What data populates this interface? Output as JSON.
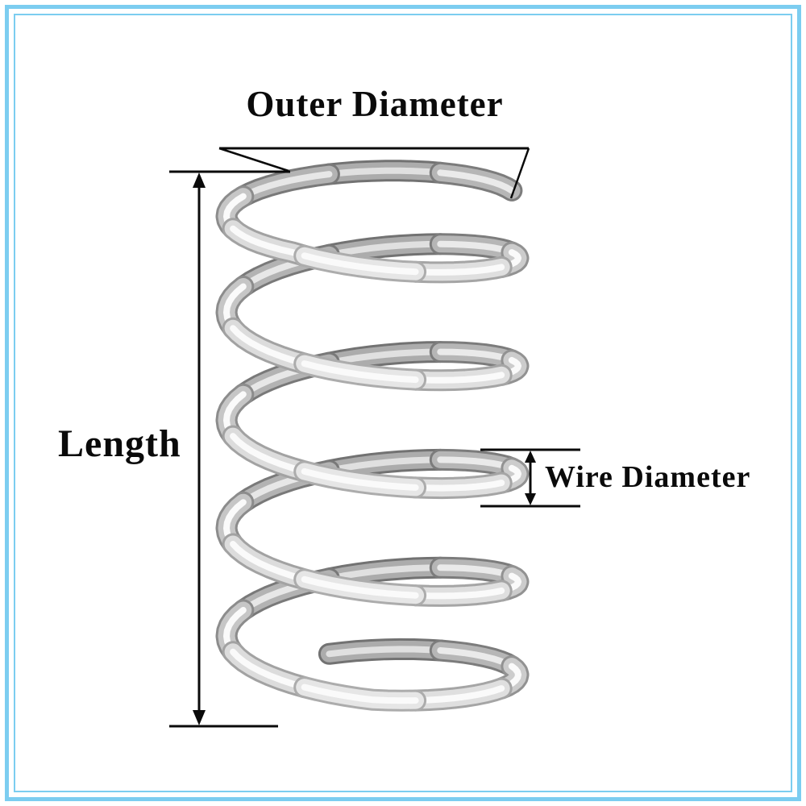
{
  "diagram": {
    "subject": "compression-spring-dimension-diagram",
    "labels": {
      "outer_diameter": "Outer Diameter",
      "length": "Length",
      "wire_diameter": "Wire Diameter"
    }
  },
  "colors": {
    "frame": "#7ccdf0",
    "line": "#0a0a0a",
    "background": "#ffffff",
    "spring_metal_mid": "#c9c9c9",
    "spring_metal_light": "#f5f5f5",
    "spring_metal_dark": "#8f8f8f"
  }
}
